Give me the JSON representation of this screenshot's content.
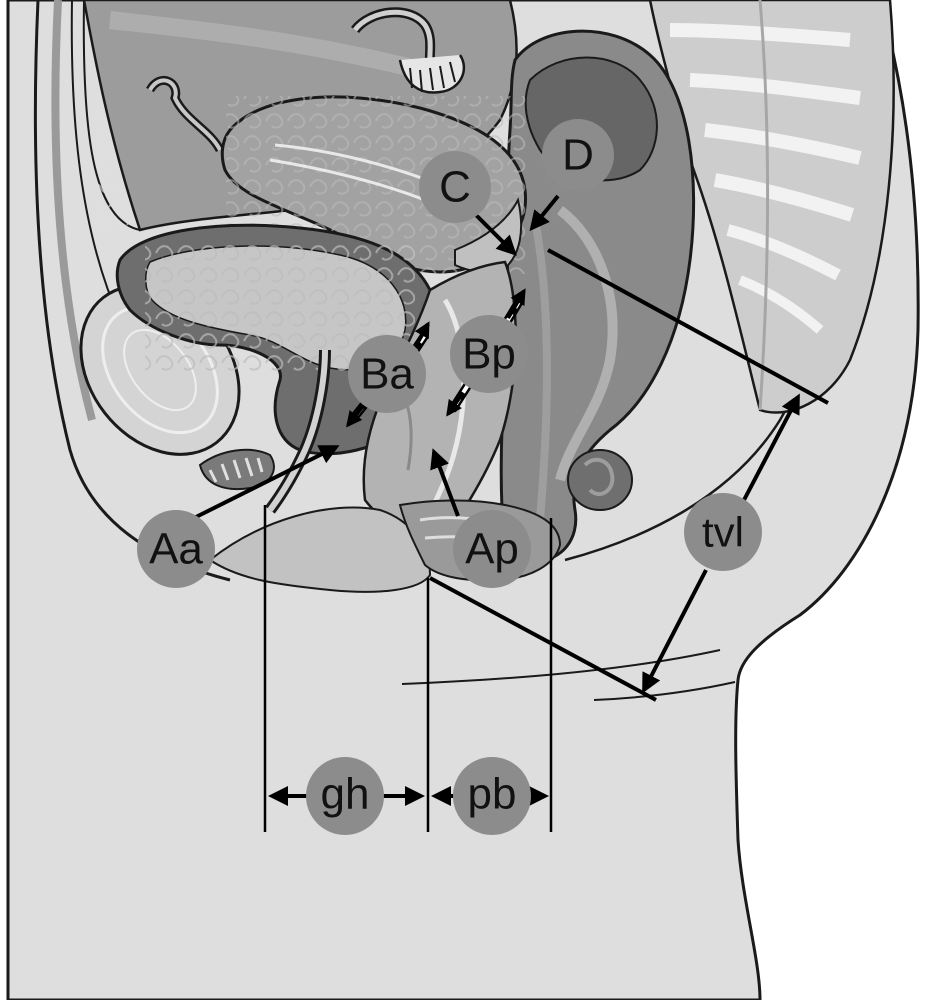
{
  "diagram": {
    "labels": {
      "Aa": "Aa",
      "Ba": "Ba",
      "C": "C",
      "D": "D",
      "Bp": "Bp",
      "Ap": "Ap",
      "tvl": "tvl",
      "gh": "gh",
      "pb": "pb"
    }
  },
  "colors": {
    "label_circle": "#8c8c8c",
    "skin": "#e6e6e6",
    "body_fill": "#d8d8d8",
    "dark_tissue": "#707070",
    "organ_mid": "#a8a8a8",
    "organ_light": "#c4c4c4"
  }
}
